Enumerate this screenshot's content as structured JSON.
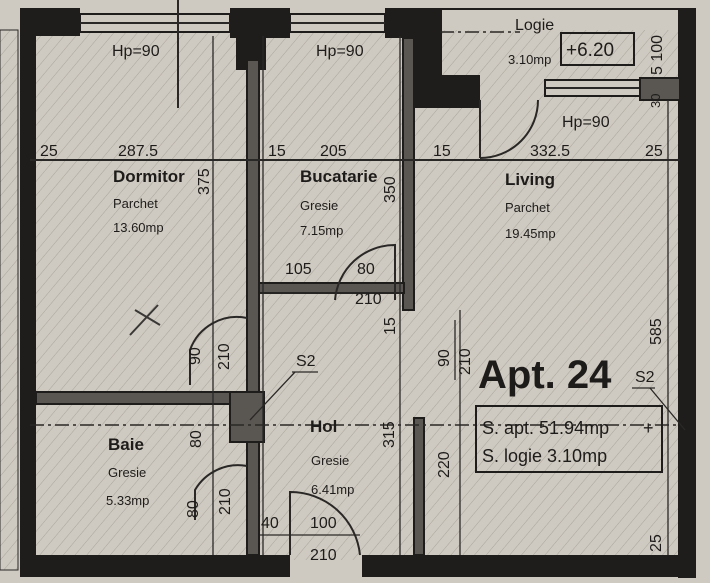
{
  "apartment": {
    "title": "Apt. 24",
    "summary": {
      "s_apt": "S. apt. 51.94mp",
      "plus": "+",
      "s_logie": "S. logie 3.10mp"
    },
    "level_mark": "+6.20"
  },
  "rooms": {
    "dormitor": {
      "name": "Dormitor",
      "floor": "Parchet",
      "area": "13.60mp"
    },
    "bucatarie": {
      "name": "Bucatarie",
      "floor": "Gresie",
      "area": "7.15mp"
    },
    "living": {
      "name": "Living",
      "floor": "Parchet",
      "area": "19.45mp"
    },
    "logie": {
      "name": "Logie",
      "area": "3.10mp"
    },
    "baie": {
      "name": "Baie",
      "floor": "Gresie",
      "area": "5.33mp"
    },
    "hol": {
      "name": "Hol",
      "floor": "Gresie",
      "area": "6.41mp"
    }
  },
  "parapet_labels": [
    "Hp=90",
    "Hp=90",
    "Hp=90"
  ],
  "shaft_labels": [
    "S2",
    "S2"
  ],
  "dimensions": {
    "horizontal_row": [
      "25",
      "287.5",
      "15",
      "205",
      "15",
      "332.5",
      "25"
    ],
    "dormitor_depth": "375",
    "bucatarie_depth": "350",
    "bucatarie_door": [
      "105",
      "80",
      "210"
    ],
    "hol_wall_15": "15",
    "dormitor_door": [
      "90",
      "210"
    ],
    "living_door": [
      "90",
      "210"
    ],
    "right_585": "585",
    "baie_door_upper": "80",
    "baie_door_lower": [
      "80",
      "210"
    ],
    "hol_315": "315",
    "living_220": "220",
    "entry_door": [
      "40",
      "100",
      "210"
    ],
    "right_25": "25",
    "logie_5100": "5 100",
    "logie_30": "30"
  },
  "colors": {
    "paper": "#cfcac1",
    "ink": "#1f1d1b"
  }
}
